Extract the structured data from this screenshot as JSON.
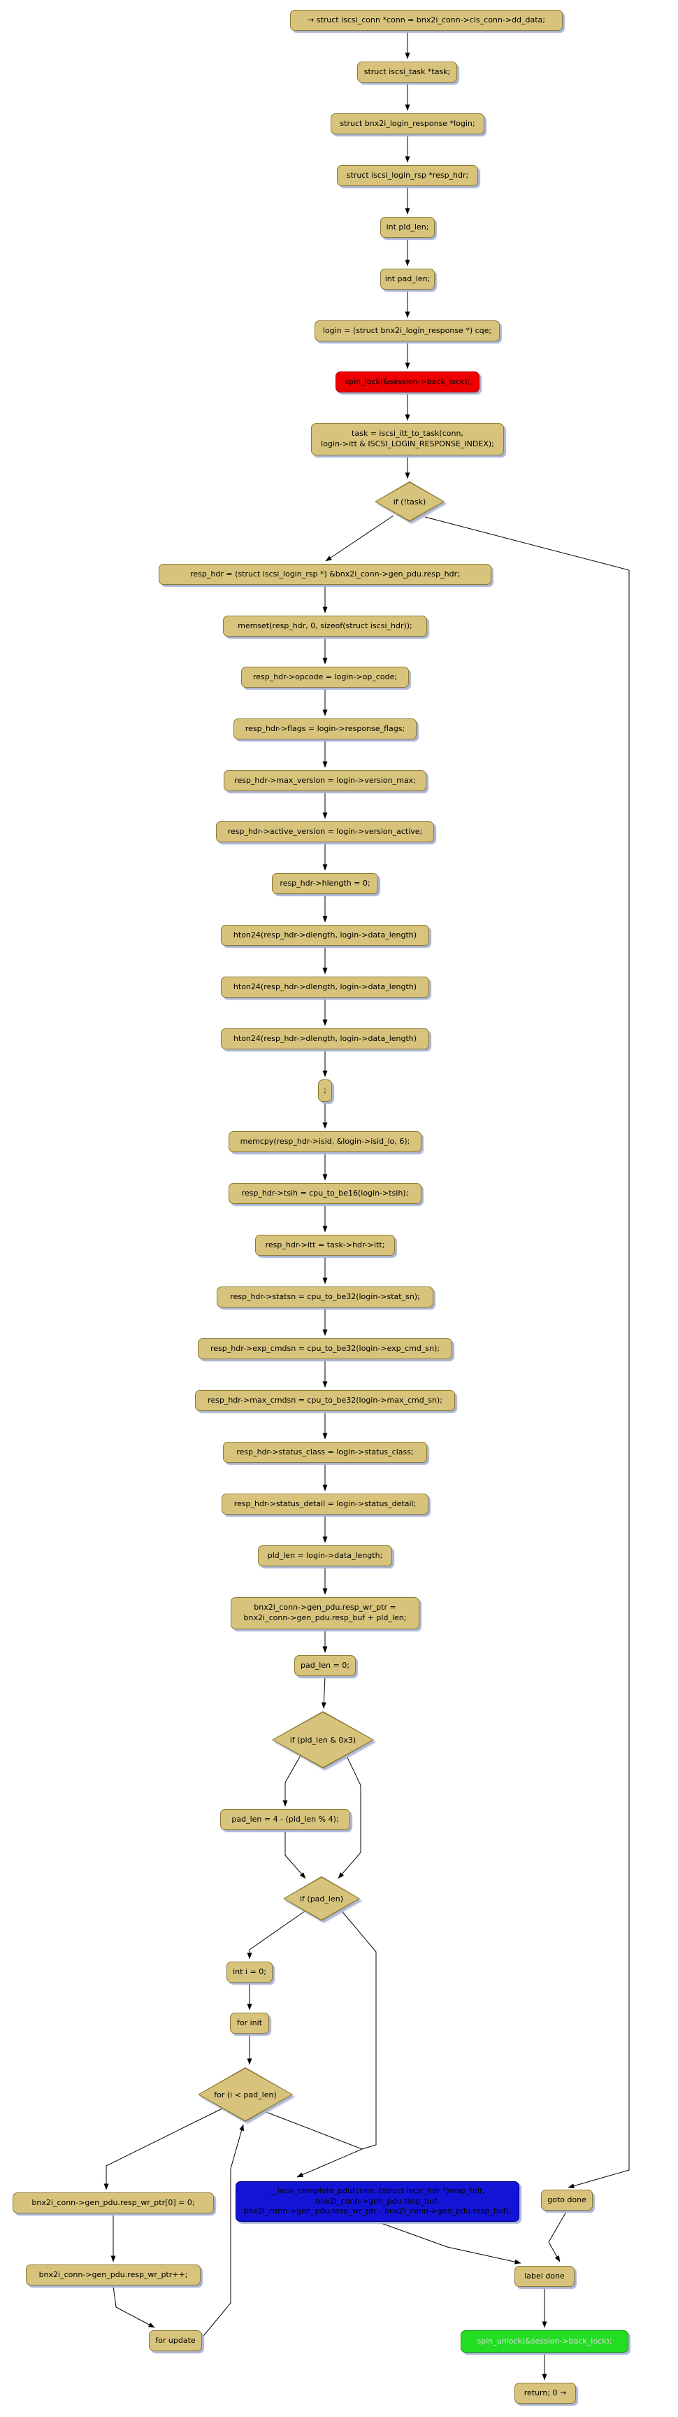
{
  "diagram": {
    "kind": "control-flow-graph",
    "colors": {
      "node_fill": "#d7c37c",
      "node_border": "#8b7a33",
      "shadow": "#aab4d4",
      "lock_red": "#ee0000",
      "call_blue": "#1414d6",
      "unlock_green": "#22dd22",
      "edge": "#000000",
      "text": "#000000",
      "green_text": "#dcdcdc"
    },
    "nodes": [
      {
        "id": 0,
        "shape": "box",
        "color": "tan",
        "text": "→ struct iscsi_conn *conn = bnx2i_conn->cls_conn->dd_data;"
      },
      {
        "id": 1,
        "shape": "box",
        "color": "tan",
        "text": "struct iscsi_task *task;"
      },
      {
        "id": 2,
        "shape": "box",
        "color": "tan",
        "text": "struct bnx2i_login_response *login;"
      },
      {
        "id": 3,
        "shape": "box",
        "color": "tan",
        "text": "struct iscsi_login_rsp *resp_hdr;"
      },
      {
        "id": 4,
        "shape": "box",
        "color": "tan",
        "text": "int pld_len;"
      },
      {
        "id": 5,
        "shape": "box",
        "color": "tan",
        "text": "int pad_len;"
      },
      {
        "id": 6,
        "shape": "box",
        "color": "tan",
        "text": "login = (struct bnx2i_login_response *) cqe;"
      },
      {
        "id": 7,
        "shape": "box",
        "color": "red",
        "text": "spin_lock(&session->back_lock);"
      },
      {
        "id": 8,
        "shape": "box",
        "color": "tan",
        "text": "task = iscsi_itt_to_task(conn,\nlogin->itt & ISCSI_LOGIN_RESPONSE_INDEX);"
      },
      {
        "id": 9,
        "shape": "diamond",
        "color": "tan",
        "text": "if (!task)"
      },
      {
        "id": 10,
        "shape": "box",
        "color": "tan",
        "text": "resp_hdr = (struct iscsi_login_rsp *) &bnx2i_conn->gen_pdu.resp_hdr;"
      },
      {
        "id": 11,
        "shape": "box",
        "color": "tan",
        "text": "memset(resp_hdr, 0, sizeof(struct iscsi_hdr));"
      },
      {
        "id": 12,
        "shape": "box",
        "color": "tan",
        "text": "resp_hdr->opcode = login->op_code;"
      },
      {
        "id": 13,
        "shape": "box",
        "color": "tan",
        "text": "resp_hdr->flags = login->response_flags;"
      },
      {
        "id": 14,
        "shape": "box",
        "color": "tan",
        "text": "resp_hdr->max_version = login->version_max;"
      },
      {
        "id": 15,
        "shape": "box",
        "color": "tan",
        "text": "resp_hdr->active_version = login->version_active;"
      },
      {
        "id": 16,
        "shape": "box",
        "color": "tan",
        "text": "resp_hdr->hlength = 0;"
      },
      {
        "id": 17,
        "shape": "box",
        "color": "tan",
        "text": "hton24(resp_hdr->dlength, login->data_length)"
      },
      {
        "id": 18,
        "shape": "box",
        "color": "tan",
        "text": "hton24(resp_hdr->dlength, login->data_length)"
      },
      {
        "id": 19,
        "shape": "box",
        "color": "tan",
        "text": "hton24(resp_hdr->dlength, login->data_length)"
      },
      {
        "id": 20,
        "shape": "box",
        "color": "tan",
        "text": ";"
      },
      {
        "id": 21,
        "shape": "box",
        "color": "tan",
        "text": "memcpy(resp_hdr->isid, &login->isid_lo, 6);"
      },
      {
        "id": 22,
        "shape": "box",
        "color": "tan",
        "text": "resp_hdr->tsih = cpu_to_be16(login->tsih);"
      },
      {
        "id": 23,
        "shape": "box",
        "color": "tan",
        "text": "resp_hdr->itt = task->hdr->itt;"
      },
      {
        "id": 24,
        "shape": "box",
        "color": "tan",
        "text": "resp_hdr->statsn = cpu_to_be32(login->stat_sn);"
      },
      {
        "id": 25,
        "shape": "box",
        "color": "tan",
        "text": "resp_hdr->exp_cmdsn = cpu_to_be32(login->exp_cmd_sn);"
      },
      {
        "id": 26,
        "shape": "box",
        "color": "tan",
        "text": "resp_hdr->max_cmdsn = cpu_to_be32(login->max_cmd_sn);"
      },
      {
        "id": 27,
        "shape": "box",
        "color": "tan",
        "text": "resp_hdr->status_class = login->status_class;"
      },
      {
        "id": 28,
        "shape": "box",
        "color": "tan",
        "text": "resp_hdr->status_detail = login->status_detail;"
      },
      {
        "id": 29,
        "shape": "box",
        "color": "tan",
        "text": "pld_len = login->data_length;"
      },
      {
        "id": 30,
        "shape": "box",
        "color": "tan",
        "text": "bnx2i_conn->gen_pdu.resp_wr_ptr =\nbnx2i_conn->gen_pdu.resp_buf + pld_len;"
      },
      {
        "id": 31,
        "shape": "box",
        "color": "tan",
        "text": "pad_len = 0;"
      },
      {
        "id": 32,
        "shape": "diamond",
        "color": "tan",
        "text": "if (pld_len & 0x3)"
      },
      {
        "id": 33,
        "shape": "box",
        "color": "tan",
        "text": "pad_len = 4 - (pld_len % 4);"
      },
      {
        "id": 34,
        "shape": "diamond",
        "color": "tan",
        "text": "if (pad_len)"
      },
      {
        "id": 35,
        "shape": "box",
        "color": "tan",
        "text": "int i = 0;"
      },
      {
        "id": 36,
        "shape": "box",
        "color": "tan",
        "text": "for init"
      },
      {
        "id": 37,
        "shape": "diamond",
        "color": "tan",
        "text": "for (i < pad_len)"
      },
      {
        "id": 38,
        "shape": "box",
        "color": "tan",
        "text": "bnx2i_conn->gen_pdu.resp_wr_ptr[0] = 0;"
      },
      {
        "id": 39,
        "shape": "box",
        "color": "tan",
        "text": "bnx2i_conn->gen_pdu.resp_wr_ptr++;"
      },
      {
        "id": 40,
        "shape": "box",
        "color": "tan",
        "text": "for update"
      },
      {
        "id": 41,
        "shape": "box",
        "color": "blue",
        "text": "__iscsi_complete_pdu(conn, (struct iscsi_hdr *)resp_hdr,\nbnx2i_conn->gen_pdu.resp_buf,\nbnx2i_conn->gen_pdu.resp_wr_ptr - bnx2i_conn->gen_pdu.resp_buf);"
      },
      {
        "id": 42,
        "shape": "box",
        "color": "tan",
        "text": "goto done"
      },
      {
        "id": 43,
        "shape": "box",
        "color": "tan",
        "text": "label done"
      },
      {
        "id": 44,
        "shape": "box",
        "color": "green",
        "text": "spin_unlock(&session->back_lock);"
      },
      {
        "id": 45,
        "shape": "box",
        "color": "tan",
        "text": "return; 0 →"
      }
    ],
    "edges": [
      [
        0,
        1
      ],
      [
        1,
        2
      ],
      [
        2,
        3
      ],
      [
        3,
        4
      ],
      [
        4,
        5
      ],
      [
        5,
        6
      ],
      [
        6,
        7
      ],
      [
        7,
        8
      ],
      [
        8,
        9
      ],
      [
        9,
        10
      ],
      [
        9,
        42
      ],
      [
        10,
        11
      ],
      [
        11,
        12
      ],
      [
        12,
        13
      ],
      [
        13,
        14
      ],
      [
        14,
        15
      ],
      [
        15,
        16
      ],
      [
        16,
        17
      ],
      [
        17,
        18
      ],
      [
        18,
        19
      ],
      [
        19,
        20
      ],
      [
        20,
        21
      ],
      [
        21,
        22
      ],
      [
        22,
        23
      ],
      [
        23,
        24
      ],
      [
        24,
        25
      ],
      [
        25,
        26
      ],
      [
        26,
        27
      ],
      [
        27,
        28
      ],
      [
        28,
        29
      ],
      [
        29,
        30
      ],
      [
        30,
        31
      ],
      [
        31,
        32
      ],
      [
        32,
        33
      ],
      [
        32,
        34
      ],
      [
        33,
        34
      ],
      [
        34,
        35
      ],
      [
        34,
        41
      ],
      [
        35,
        36
      ],
      [
        36,
        37
      ],
      [
        37,
        38
      ],
      [
        37,
        41
      ],
      [
        38,
        39
      ],
      [
        39,
        40
      ],
      [
        40,
        37
      ],
      [
        41,
        43
      ],
      [
        42,
        43
      ],
      [
        43,
        44
      ],
      [
        44,
        45
      ]
    ]
  }
}
